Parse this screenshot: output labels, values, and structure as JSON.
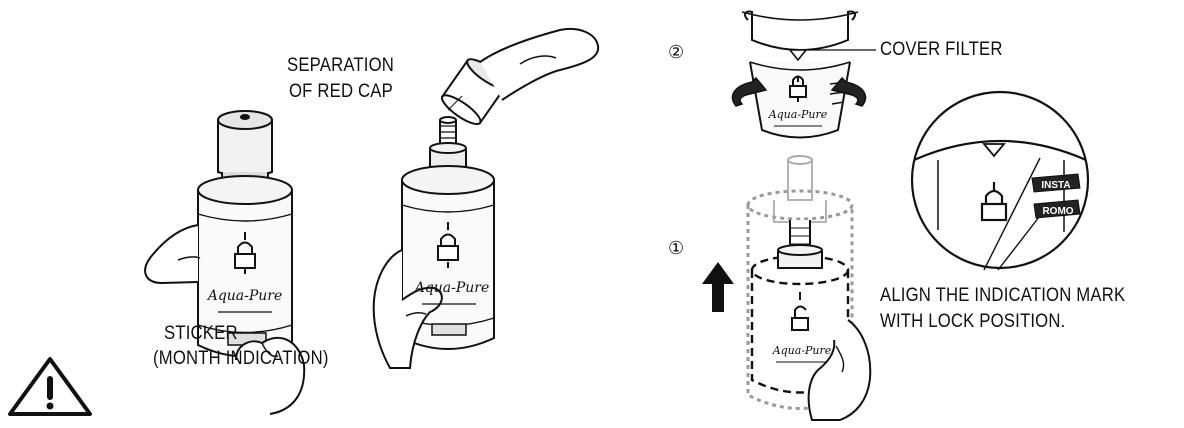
{
  "labels": {
    "separation_line1": "SEPARATION",
    "separation_line2": "OF RED CAP",
    "sticker_line1": "STICKER",
    "sticker_line2": "(MONTH INDICATION)",
    "cover_filter": "COVER FILTER",
    "align_line1": "ALIGN THE INDICATION MARK",
    "align_line2": "WITH LOCK POSITION."
  },
  "steps": {
    "step1": "①",
    "step2": "②"
  },
  "product_text": "Aqua-Pure",
  "tags": {
    "install": "INSTA",
    "remove": "ROMO"
  },
  "icons": [
    "warning-triangle-icon",
    "lock-icon",
    "unlock-icon",
    "up-arrow-icon",
    "rotate-arrow-icon",
    "indication-triangle-icon"
  ],
  "colors": {
    "line": "#111111",
    "background": "#ffffff",
    "gray": "#bdbdbd"
  }
}
